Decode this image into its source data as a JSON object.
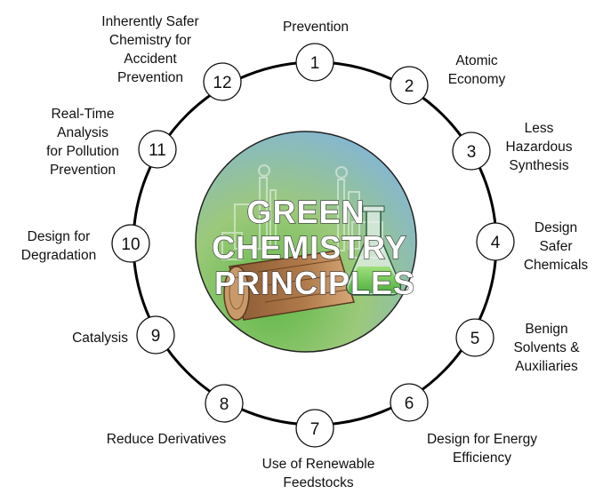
{
  "center": {
    "title_lines": [
      "GREEN",
      "CHEMISTRY",
      "PRINCIPLES"
    ]
  },
  "principles": [
    {
      "number": "1",
      "label": "Prevention"
    },
    {
      "number": "2",
      "label": "Atomic\nEconomy"
    },
    {
      "number": "3",
      "label": "Less\nHazardous\nSynthesis"
    },
    {
      "number": "4",
      "label": "Design\nSafer\nChemicals"
    },
    {
      "number": "5",
      "label": "Benign\nSolvents &\nAuxiliaries"
    },
    {
      "number": "6",
      "label": "Design for Energy\nEfficiency"
    },
    {
      "number": "7",
      "label": "Use of Renewable\nFeedstocks"
    },
    {
      "number": "8",
      "label": "Reduce Derivatives"
    },
    {
      "number": "9",
      "label": "Catalysis"
    },
    {
      "number": "10",
      "label": "Design for\nDegradation"
    },
    {
      "number": "11",
      "label": "Real-Time\nAnalysis\nfor Pollution\nPrevention"
    },
    {
      "number": "12",
      "label": "Inherently Safer\nChemistry for\nAccident\nPrevention"
    }
  ],
  "colors": {
    "ring": "#000000",
    "center_green": "#6fbf5e",
    "center_blue": "#8ab8e6",
    "node_fill": "#ffffff"
  }
}
